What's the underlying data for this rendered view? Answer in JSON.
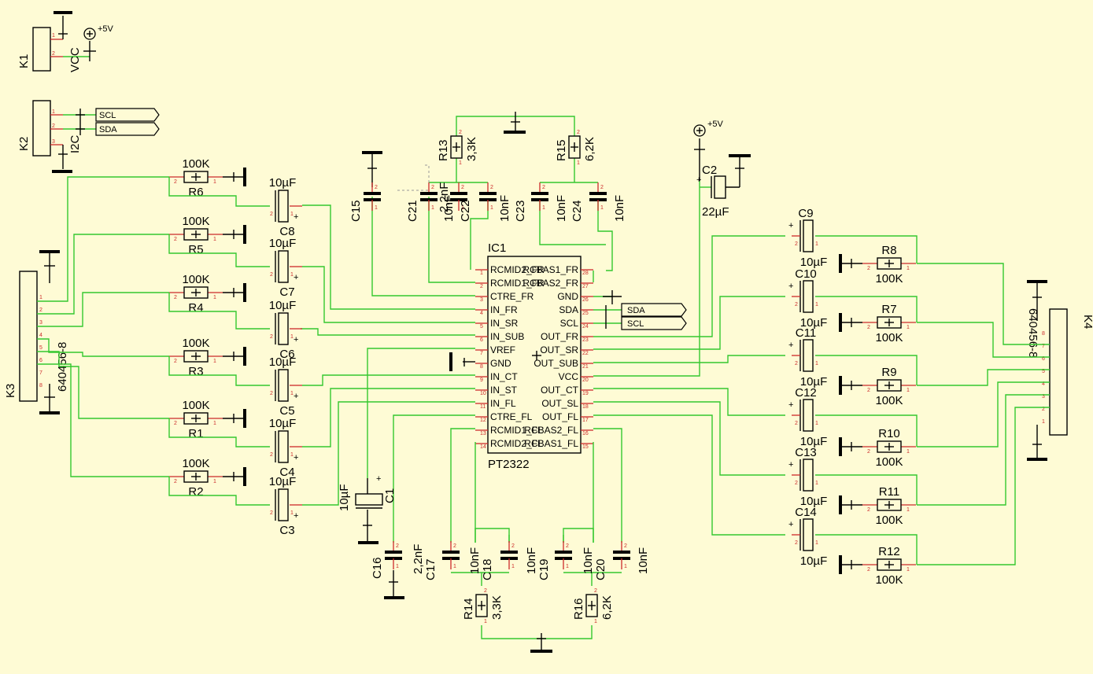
{
  "colors": {
    "background": "#fefbd5",
    "wire": "#34c82f",
    "pin": "#cc2a2a",
    "symbol": "#000000"
  },
  "power": {
    "label": "+5V"
  },
  "connectors": {
    "K1": {
      "name": "K1",
      "value": "VCC"
    },
    "K2": {
      "name": "K2",
      "value": "I2C"
    },
    "K3": {
      "name": "K3",
      "value": "640456-8"
    },
    "K4": {
      "name": "K4",
      "value": "640456-8"
    }
  },
  "nets": {
    "scl": "SCL",
    "sda": "SDA"
  },
  "ic": {
    "name": "IC1",
    "part": "PT2322",
    "left_pins": [
      "RCMID2_FR",
      "RCMID1_FR",
      "CTRE_FR",
      "IN_FR",
      "IN_SR",
      "IN_SUB",
      "VREF",
      "GND",
      "IN_CT",
      "IN_ST",
      "IN_FL",
      "CTRE_FL",
      "RCMID1_FL",
      "RCMID2_FL"
    ],
    "right_pins": [
      "RCBAS1_FR",
      "RCBAS2_FR",
      "GND",
      "SDA",
      "SCL",
      "OUT_FR",
      "OUT_SR",
      "OUT_SUB",
      "VCC",
      "OUT_CT",
      "OUT_SL",
      "OUT_FL",
      "RCBAS2_FL",
      "RCBAS1_FL"
    ]
  },
  "inputs": [
    {
      "r": "R6",
      "rv": "100K",
      "c": "C8",
      "cv": "10µF"
    },
    {
      "r": "R5",
      "rv": "100K",
      "c": "C7",
      "cv": "10µF"
    },
    {
      "r": "R4",
      "rv": "100K",
      "c": "C6",
      "cv": "10µF"
    },
    {
      "r": "R3",
      "rv": "100K",
      "c": "C5",
      "cv": "10µF"
    },
    {
      "r": "R1",
      "rv": "100K",
      "c": "C4",
      "cv": "10µF"
    },
    {
      "r": "R2",
      "rv": "100K",
      "c": "C3",
      "cv": "10µF"
    }
  ],
  "outputs": [
    {
      "c": "C9",
      "cv": "10µF",
      "r": "R8",
      "rv": "100K"
    },
    {
      "c": "C10",
      "cv": "10µF",
      "r": "R7",
      "rv": "100K"
    },
    {
      "c": "C11",
      "cv": "10µF",
      "r": "R9",
      "rv": "100K"
    },
    {
      "c": "C12",
      "cv": "10µF",
      "r": "R10",
      "rv": "100K"
    },
    {
      "c": "C13",
      "cv": "10µF",
      "r": "R11",
      "rv": "100K"
    },
    {
      "c": "C14",
      "cv": "10µF",
      "r": "R12",
      "rv": "100K"
    }
  ],
  "top_caps": [
    {
      "name": "C15",
      "value": ""
    },
    {
      "name": "C21",
      "value": "2,2nF"
    },
    {
      "name": "C22",
      "value": "10nF"
    },
    {
      "name": "C23",
      "value": "10nF"
    },
    {
      "name": "C24",
      "value": "10nF"
    },
    {
      "name": "",
      "value": "10nF"
    }
  ],
  "top_res": [
    {
      "name": "R13",
      "value": "3,3K"
    },
    {
      "name": "R15",
      "value": "6,2K"
    }
  ],
  "bottom_caps": [
    {
      "name": "C16",
      "value": ""
    },
    {
      "name": "C17",
      "value": "2,2nF"
    },
    {
      "name": "C18",
      "value": "10nF"
    },
    {
      "name": "C19",
      "value": "10nF"
    },
    {
      "name": "C20",
      "value": "10nF"
    },
    {
      "name": "",
      "value": "10nF"
    }
  ],
  "bottom_res": [
    {
      "name": "R14",
      "value": "3,3K"
    },
    {
      "name": "R16",
      "value": "6,2K"
    }
  ],
  "c1": {
    "name": "C1",
    "value": "10µF"
  },
  "c2": {
    "name": "C2",
    "value": "22µF"
  }
}
